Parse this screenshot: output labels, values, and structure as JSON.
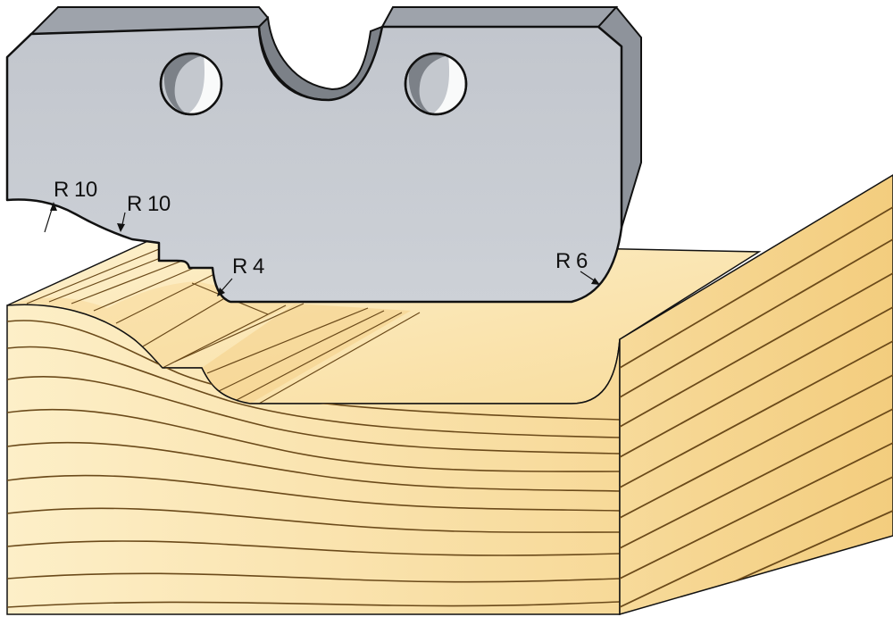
{
  "colors": {
    "wood_light": "#FCEBBF",
    "wood_mid": "#F6D58C",
    "wood_grain": "#6B4A1A",
    "blade_face": "#C9CDD4",
    "blade_edge": "#8E939B",
    "blade_shadow": "#7C8188",
    "outline": "#111111"
  },
  "labels": {
    "radius_1": "R 10",
    "radius_2": "R 10",
    "radius_3": "R 4",
    "radius_4": "R 6"
  }
}
